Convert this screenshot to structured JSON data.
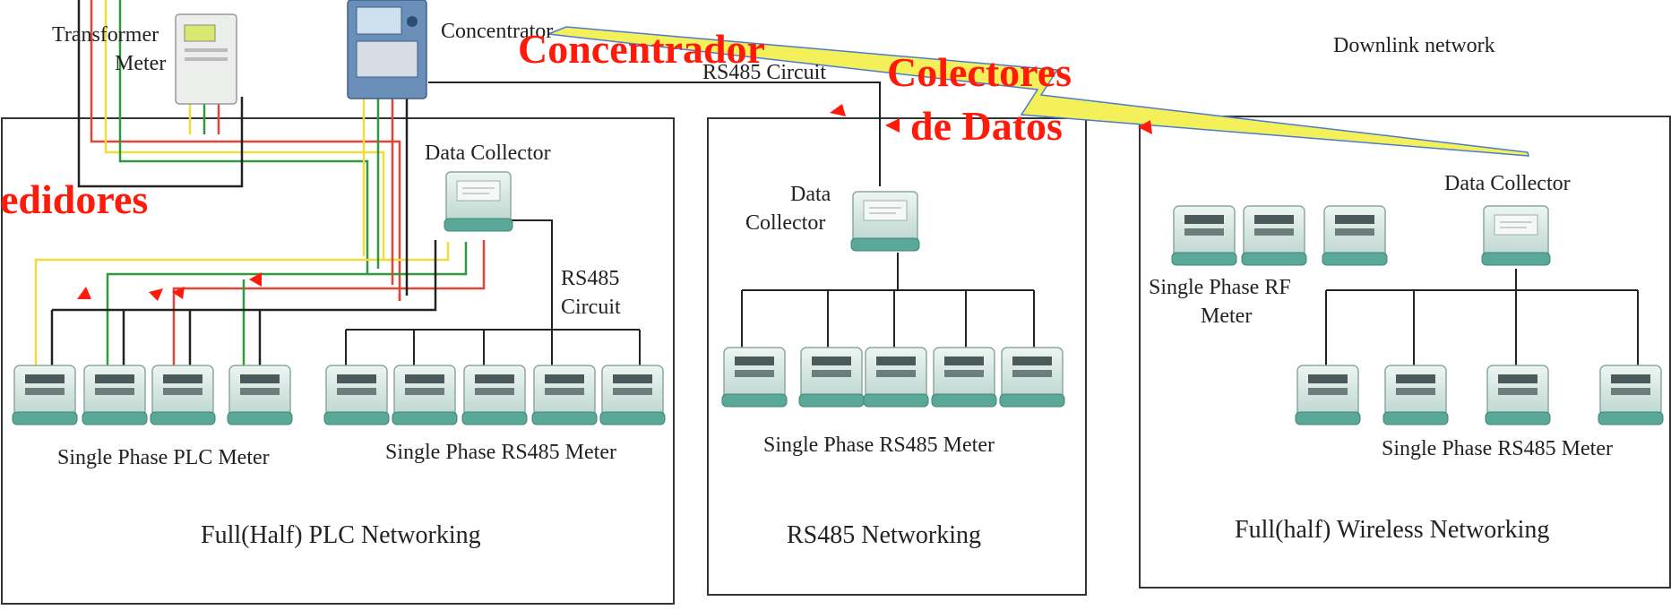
{
  "colors": {
    "annotation": "#ff1a0a",
    "wire_yellow": "#f2dc3a",
    "wire_green": "#2e9a3c",
    "wire_red": "#e0453a",
    "wire_black": "#222222",
    "bolt_fill": "#f4f05a",
    "bolt_edge": "#4a7bd0",
    "meter_body": "#cfe3dd",
    "meter_base": "#5aa898"
  },
  "top": {
    "transformer_meter": [
      "Transformer",
      "Meter"
    ],
    "concentrator": "Concentrator",
    "rs485_circuit": "RS485 Circuit",
    "downlink_network": "Downlink network"
  },
  "annotations": {
    "concentrador": "Concentrador",
    "colectores": [
      "Colectores",
      "de Datos"
    ],
    "medidores": "edidores"
  },
  "plc_panel": {
    "data_collector": "Data Collector",
    "rs485_circuit": [
      "RS485",
      "Circuit"
    ],
    "plc_meter_label": "Single Phase PLC Meter",
    "rs485_meter_label": "Single Phase RS485 Meter",
    "title": "Full(Half) PLC Networking"
  },
  "rs485_panel": {
    "data_collector": [
      "Data",
      "Collector"
    ],
    "meter_label": "Single Phase RS485 Meter",
    "title": "RS485 Networking"
  },
  "wireless_panel": {
    "data_collector": "Data Collector",
    "rf_meter_label": [
      "Single Phase RF",
      "Meter"
    ],
    "meter_label": "Single Phase RS485 Meter",
    "title": "Full(half) Wireless Networking"
  },
  "icons": [
    "meter-icon",
    "data-collector-icon",
    "concentrator-icon",
    "transformer-meter-icon",
    "wireless-bolt-icon",
    "arrow-icon"
  ]
}
